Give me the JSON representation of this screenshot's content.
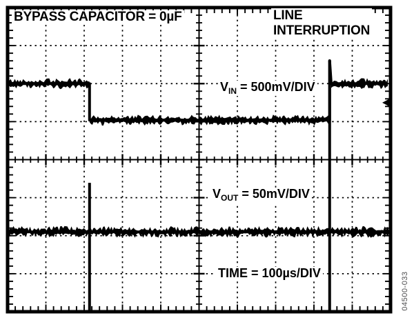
{
  "figure": {
    "title": "BYPASS CAPACITOR = 0µF",
    "annotation_line1": "LINE",
    "annotation_line2": "INTERRUPTION",
    "vin_label": {
      "prefix": "V",
      "sub": "IN",
      "rest": " = 500mV/DIV"
    },
    "vout_label": {
      "prefix": "V",
      "sub": "OUT",
      "rest": " = 50mV/DIV"
    },
    "time_label": "TIME = 100µs/DIV",
    "figure_number": "04500-033",
    "colors": {
      "trace": "#000000",
      "grid": "#000000",
      "watermark": "#4d4d4f"
    }
  },
  "chart_data": {
    "type": "line",
    "subtype": "oscilloscope-screenshot",
    "title": "BYPASS CAPACITOR = 0µF",
    "annotation": "LINE INTERRUPTION",
    "x_axis": {
      "label": "TIME",
      "scale": "100µs/DIV",
      "divisions": 10
    },
    "y_axis": {
      "divisions": 8
    },
    "grid": {
      "x_divisions": 10,
      "y_divisions": 8,
      "minor_per_division": 5,
      "style": "dotted-major-with-tick-axes"
    },
    "series": [
      {
        "name": "VIN",
        "scale": "500mV/DIV",
        "noise_amplitude_div": 0.11,
        "points_div": [
          [
            0,
            2.0
          ],
          [
            2.14,
            2.0
          ],
          [
            2.14,
            2.96
          ],
          [
            8.41,
            2.96
          ],
          [
            8.41,
            1.4
          ],
          [
            8.45,
            2.0
          ],
          [
            10,
            2.0
          ]
        ],
        "description": "high level 2 div from top, drops 1 div during line interruption from 2.14 to 8.41 div, recovery overshoot spike to 1.4 div"
      },
      {
        "name": "VOUT",
        "scale": "50mV/DIV",
        "noise_amplitude_div": 0.12,
        "points_div": [
          [
            0,
            5.9
          ],
          [
            10,
            5.9
          ]
        ],
        "transients_div": [
          {
            "x": 2.14,
            "y_top": 4.61,
            "y_bottom": 7.96
          },
          {
            "x": 8.41,
            "y_top": 1.4,
            "y_bottom": 7.96
          }
        ],
        "description": "flat output with fast transient glitches at interruption edges"
      }
    ],
    "trigger_marker": {
      "edge": "right",
      "y_div": 2.5
    }
  }
}
